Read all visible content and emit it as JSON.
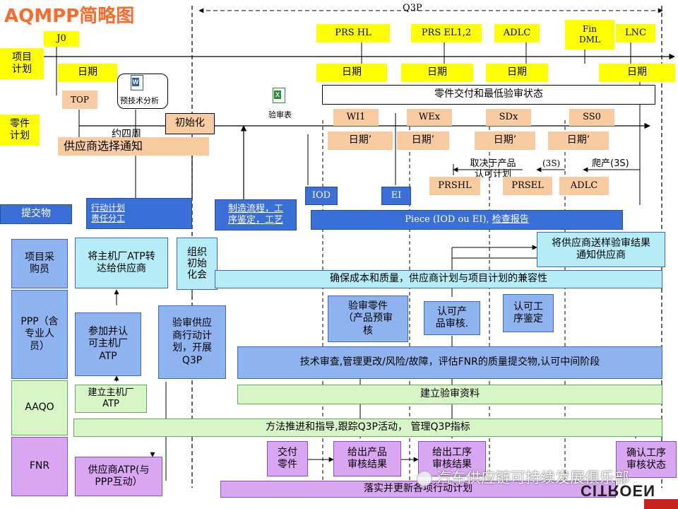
{
  "title": "AQMPP简略图",
  "q3p_label": "Q3P",
  "milestones": {
    "j0": "J0",
    "prs_hl": "PRS HL",
    "prs_el": "PRS EL1,2",
    "adlc": "ADLC",
    "fin_dml": "Fin\nDML",
    "lnc": "LNC"
  },
  "left_labels": {
    "project_plan": "项目\n计划",
    "parts_plan": "零件\n计划",
    "deliverables": "提交物"
  },
  "dates": {
    "d1": "日期",
    "d2": "日期",
    "d3": "日期",
    "d4": "日期",
    "d5": "日期"
  },
  "doc_icons": {
    "prelim_analysis": "预技术分析",
    "audit_table": "验审表"
  },
  "top_label": "TOP",
  "init_label": "初始化",
  "about_four_weeks": "约四周",
  "supplier_notice": "供应商选择通知",
  "parts_status": "零件交付和最低验审状态",
  "stages": {
    "wi1": "WI1",
    "wex": "WEx",
    "sdx": "SDx",
    "ss0": "SS0"
  },
  "dates_prime": {
    "p1": "日期’",
    "p2": "日期’",
    "p3": "日期’",
    "p4": "日期’"
  },
  "depends_label": "取决于产品\n认可计划",
  "three_s_1": "(3S)",
  "ramp_up": "爬产(3S)",
  "approvals": {
    "prshl": "PRSHL",
    "prsel": "PRSEL",
    "adlc": "ADLC"
  },
  "iod": "IOD",
  "ei": "EI",
  "deliverable_boxes": {
    "action_plan": "行动计划\n责任分工",
    "process": "制造流程，工\n序鉴定，工艺",
    "piece_prefix": "Piece (IOD ou EI), ",
    "piece_link": "检查报告"
  },
  "rows": {
    "purchaser": "项目采\n购员",
    "ppp": "PPP（含\n专业人\n员）",
    "aaqo": "AAQO",
    "fnr": "FNR"
  },
  "purchaser_boxes": {
    "forward_atp": "将主机厂ATP转\n达给供应商",
    "organize_init": "组织\n初始\n化会",
    "ensure_cost": "确保成本和质量，供应商计划与项目计划的兼容性",
    "send_result": "将供应商送样验审结果\n通知供应商"
  },
  "ppp_boxes": {
    "join_atp": "参加并认\n可主机厂\nATP",
    "audit_plan": "验审供应\n商行动计\n划，开展\nQ3P",
    "audit_parts": "验审零件\n（产品预审\n核",
    "approve_product": "认可产\n品审核.",
    "approve_process": "认可工\n序鉴定",
    "tech_review": "技术审查,管理更改/风险/故障，评估FNR的质量提交物,认可中间阶段"
  },
  "aaqo_boxes": {
    "build_atp": "建立主机厂\nATP",
    "build_data": "建立验审资料",
    "method": "方法推进和指导,跟踪Q3P活动， 管理Q3P指标"
  },
  "fnr_boxes": {
    "supplier_atp": "供应商ATP(与\nPPP互动）",
    "deliver_parts": "交付\n零件",
    "product_result": "给出产品\n审核结果",
    "process_result": "给出工序\n审核结果",
    "confirm_process": "确认工序\n审核状态",
    "implement": "落实并更新各项行动计划"
  },
  "watermark": "汽车供应链可持续发展俱乐部",
  "logo_text": "CITROEN",
  "colors": {
    "yellow": "#ffff00",
    "salmon": "#f8cba0",
    "blue": "#3b6fd8",
    "light_blue": "#8fb3ee",
    "cyan": "#b6ecf8",
    "green": "#d8f5c8",
    "purple": "#d9a6f2",
    "title": "#ff6a2a"
  }
}
